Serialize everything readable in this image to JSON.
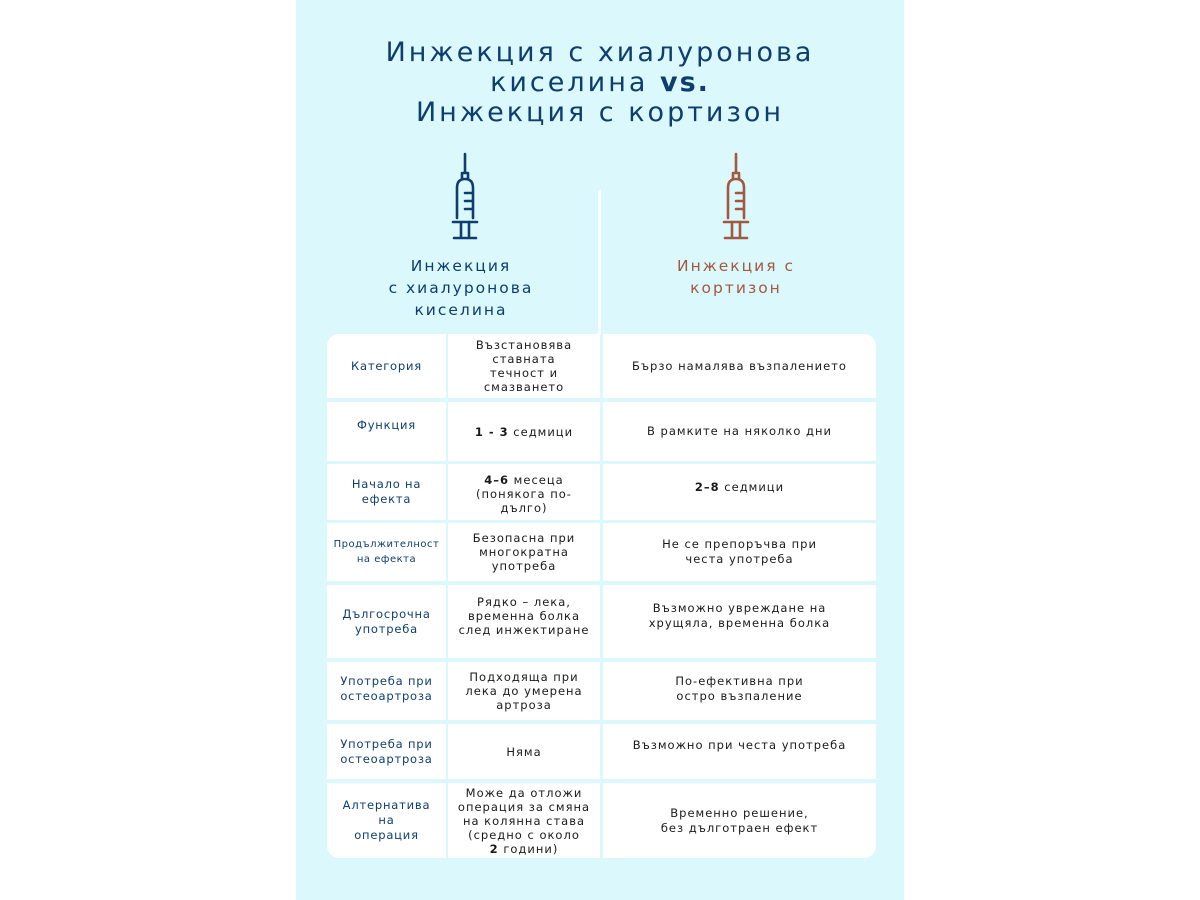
{
  "title": {
    "line1": "Инжекция с хиалуронова",
    "line2_prefix": "киселина ",
    "line2_vs": "vs.",
    "line3": "Инжекция с кортизон"
  },
  "colors": {
    "background": "#dbf8fd",
    "hyaluronic_accent": "#0e3e6e",
    "cortisone_accent": "#a25a3e",
    "cell_background": "#ffffff"
  },
  "columns": {
    "hyaluronic": {
      "icon": "syringe-icon",
      "label": "Инжекция\nс хиалуронова\nкиселина"
    },
    "cortisone": {
      "icon": "syringe-icon",
      "label": "Инжекция с\nкортизон"
    }
  },
  "rows": [
    {
      "label": "Категория",
      "hyaluronic": "Възстановява\nставната\nтечност и\nсмазването",
      "cortisone": "Бързо намалява възпалението"
    },
    {
      "label": "Функция",
      "hyaluronic_bold": "1 - 3",
      "hyaluronic_rest": " седмици",
      "cortisone": "В рамките на няколко дни"
    },
    {
      "label": "Начало на\nефекта",
      "hyaluronic_bold": "4–6",
      "hyaluronic_rest": " месеца\n(понякога по-дълго)",
      "cortisone_bold": "2–8",
      "cortisone_rest": " седмици"
    },
    {
      "label": "Продължителност\nна ефекта",
      "hyaluronic": "Безопасна при\nмногократна\nупотреба",
      "cortisone": "Не се препоръчва при\nчеста употреба"
    },
    {
      "label": "Дългосрочна\nупотреба",
      "hyaluronic": "Рядко – лека,\nвременна болка\nслед инжектиране",
      "cortisone": "Възможно увреждане на\nхрущяла, временна болка"
    },
    {
      "label": "Употреба при\nостеоартроза",
      "hyaluronic": "Подходяща при\nлека до умерена\nартроза",
      "cortisone": "По-ефективна при\nостро възпаление"
    },
    {
      "label": "Употреба при\nостеоартроза",
      "hyaluronic": "Няма",
      "cortisone": "Възможно при честа употреба"
    },
    {
      "label": "Алтернатива на\nоперация",
      "hyaluronic": "Може да отложи\nоперация за смяна\nна колянна става\n(средно с около",
      "hyaluronic_bold_end": "2",
      "hyaluronic_end": " години)",
      "cortisone": "Временно решение,\nбез дълготраен ефект"
    }
  ]
}
